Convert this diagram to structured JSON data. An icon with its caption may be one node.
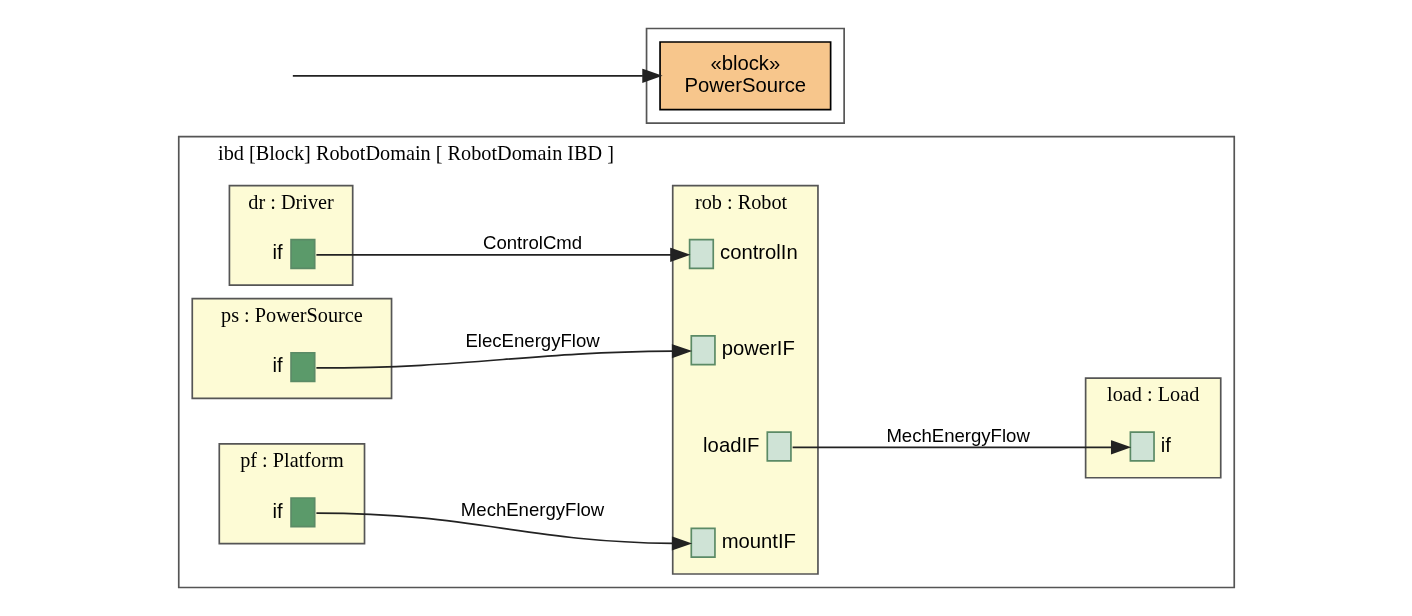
{
  "diagram": {
    "nodes": [
      {
        "text": [
          "ibd [Block] RobotDomain [ RobotDomain IBD ]"
        ]
      },
      {
        "text": [
          "dr : Driver"
        ],
        "in": 0
      },
      {
        "text": [],
        "shape": "box",
        "beside": [
          "if"
        ],
        "in": 1
      },
      {
        "text": [
          "ps : PowerSource"
        ],
        "in": 0
      },
      {
        "text": [],
        "shape": "box",
        "beside": [
          "if"
        ],
        "in": 3
      },
      {
        "text": [
          "rob : Robot"
        ],
        "in": 0
      },
      {
        "text": [],
        "shape": "box",
        "beside": [
          "controlIn"
        ],
        "in": 5
      },
      {
        "text": [],
        "shape": "box",
        "beside": [
          "powerIF"
        ],
        "in": 5
      },
      {
        "text": [],
        "shape": "box",
        "beside": [
          "loadIF"
        ],
        "in": 5
      },
      {
        "text": [],
        "shape": "box",
        "beside": [
          "mountIF"
        ],
        "in": 5
      },
      {
        "text": [
          "load : Load"
        ],
        "in": 0
      },
      {
        "text": [],
        "shape": "box",
        "beside": [
          "if"
        ],
        "in": 10
      },
      {
        "text": [
          "pf : Platform"
        ],
        "in": 0
      },
      {
        "text": [],
        "shape": "box",
        "beside": [
          "if"
        ],
        "in": 12
      },
      {
        "text": [],
        "shape": "box"
      },
      {
        "text": [
          "«block»",
          "PowerSource"
        ],
        "in": 14
      }
    ],
    "edges": [
      {
        "from": 2,
        "to": 6,
        "arrow": "to",
        "label": "ControlCmd"
      },
      {
        "from": 4,
        "to": 7,
        "arrow": "to",
        "label": "ElecEnergyFlow"
      },
      {
        "from": 8,
        "to": 11,
        "arrow": "to",
        "label": "MechEnergyFlow"
      },
      {
        "from": 13,
        "to": 9,
        "arrow": "to",
        "label": "MechEnergyFlow"
      },
      {
        "from": null,
        "to": 15,
        "arrow": "to"
      }
    ]
  }
}
